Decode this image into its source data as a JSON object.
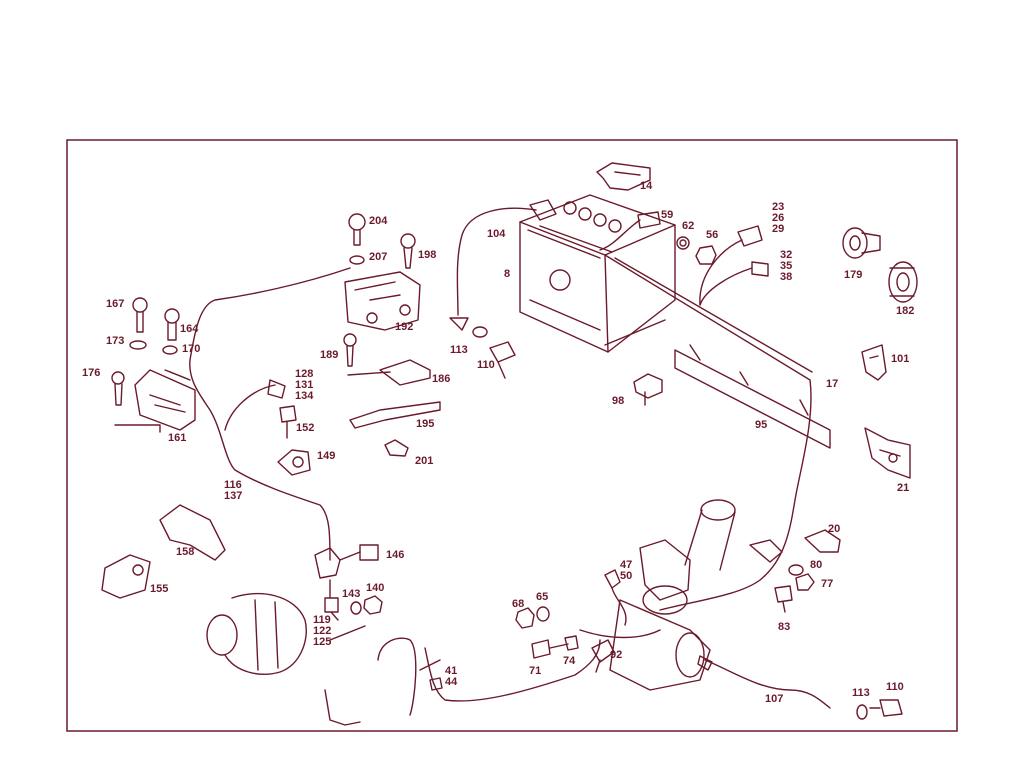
{
  "colors": {
    "line": "#6b1a2b",
    "frame": "#6b1a2b",
    "background": "#ffffff"
  },
  "part_numbers": {
    "p14": "14",
    "p8": "8",
    "p104": "104",
    "p59": "59",
    "p62": "62",
    "p56": "56",
    "p23": "23",
    "p26": "26",
    "p29": "29",
    "p32": "32",
    "p35": "35",
    "p38": "38",
    "p179": "179",
    "p182": "182",
    "p101": "101",
    "p17": "17",
    "p95": "95",
    "p21": "21",
    "p98": "98",
    "p113a": "113",
    "p110a": "110",
    "p204": "204",
    "p207": "207",
    "p198": "198",
    "p192": "192",
    "p167": "167",
    "p164": "164",
    "p173": "173",
    "p170": "170",
    "p176": "176",
    "p161": "161",
    "p189": "189",
    "p186": "186",
    "p128": "128",
    "p131": "131",
    "p134": "134",
    "p152": "152",
    "p195": "195",
    "p149": "149",
    "p201": "201",
    "p116": "116",
    "p137": "137",
    "p158": "158",
    "p155": "155",
    "p146": "146",
    "p143": "143",
    "p140": "140",
    "p119": "119",
    "p122": "122",
    "p125": "125",
    "p20": "20",
    "p80": "80",
    "p77": "77",
    "p83": "83",
    "p47": "47",
    "p50": "50",
    "p68": "68",
    "p65": "65",
    "p71": "71",
    "p74": "74",
    "p92": "92",
    "p41": "41",
    "p44": "44",
    "p107": "107",
    "p113b": "113",
    "p110b": "110"
  }
}
